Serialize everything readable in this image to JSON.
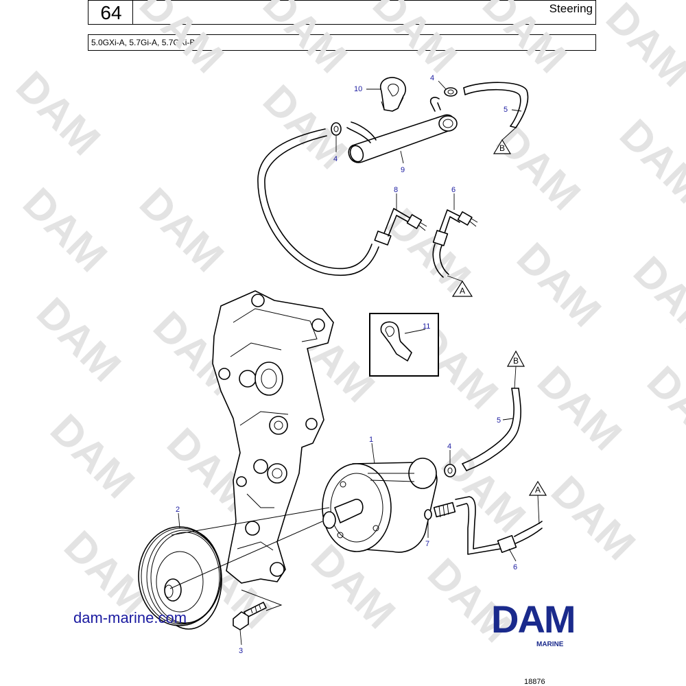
{
  "header": {
    "page_number": "64",
    "section_title": "Steering",
    "models": "5.0GXi-A, 5.7Gi-A, 5.7GXi-B"
  },
  "watermark": {
    "text": "DAM",
    "color": "#e3e3e3"
  },
  "callouts": {
    "c1": "1",
    "c2": "2",
    "c3": "3",
    "c4a": "4",
    "c4b": "4",
    "c4c": "4",
    "c5a": "5",
    "c5b": "5",
    "c6a": "6",
    "c6b": "6",
    "c7": "7",
    "c8": "8",
    "c9": "9",
    "c10": "10",
    "c11": "11"
  },
  "connectors": {
    "a1": "A",
    "a2": "A",
    "b1": "B",
    "b2": "B"
  },
  "footer": {
    "website": "dam-marine.com",
    "brand": "DAM",
    "brand_sub": "MARINE",
    "drawing_number": "18876"
  },
  "colors": {
    "callout": "#1a1aa0",
    "brand": "#1a2a8c"
  }
}
